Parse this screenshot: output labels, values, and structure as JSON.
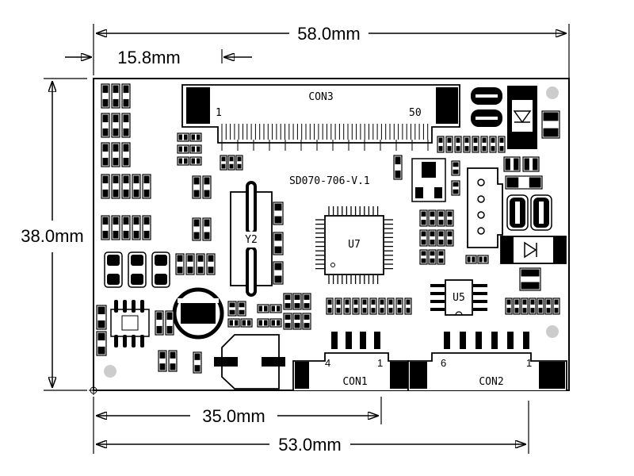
{
  "dimensions": {
    "width_total": "58.0mm",
    "offset_left": "15.8mm",
    "height_total": "38.0mm",
    "bottom_short": "35.0mm",
    "bottom_long": "53.0mm"
  },
  "board": {
    "model_label": "SD070-706-V.1",
    "con3": {
      "label": "CON3",
      "pin_first": "1",
      "pin_last": "50"
    },
    "con1": {
      "label": "CON1",
      "pin_left": "4",
      "pin_right": "1"
    },
    "con2": {
      "label": "CON2",
      "pin_left": "6",
      "pin_right": "1"
    },
    "u7_label": "U7",
    "u5_label": "U5",
    "y2_label": "Y2"
  },
  "colors": {
    "ink": "#000000",
    "paper": "#ffffff",
    "hole": "#cccccc"
  }
}
